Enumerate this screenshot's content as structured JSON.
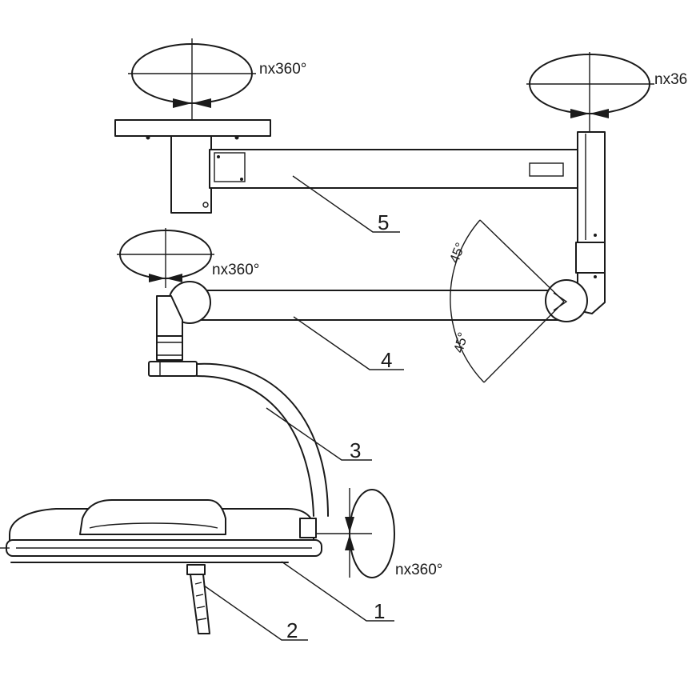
{
  "rotation_labels": {
    "top_left": "nx360°",
    "top_right": "nx36",
    "middle": "nx360°",
    "lamp": "nx360°"
  },
  "angle_labels": {
    "upper": "45°",
    "lower": "45°"
  },
  "callouts": {
    "c1": "1",
    "c2": "2",
    "c3": "3",
    "c4": "4",
    "c5": "5"
  }
}
